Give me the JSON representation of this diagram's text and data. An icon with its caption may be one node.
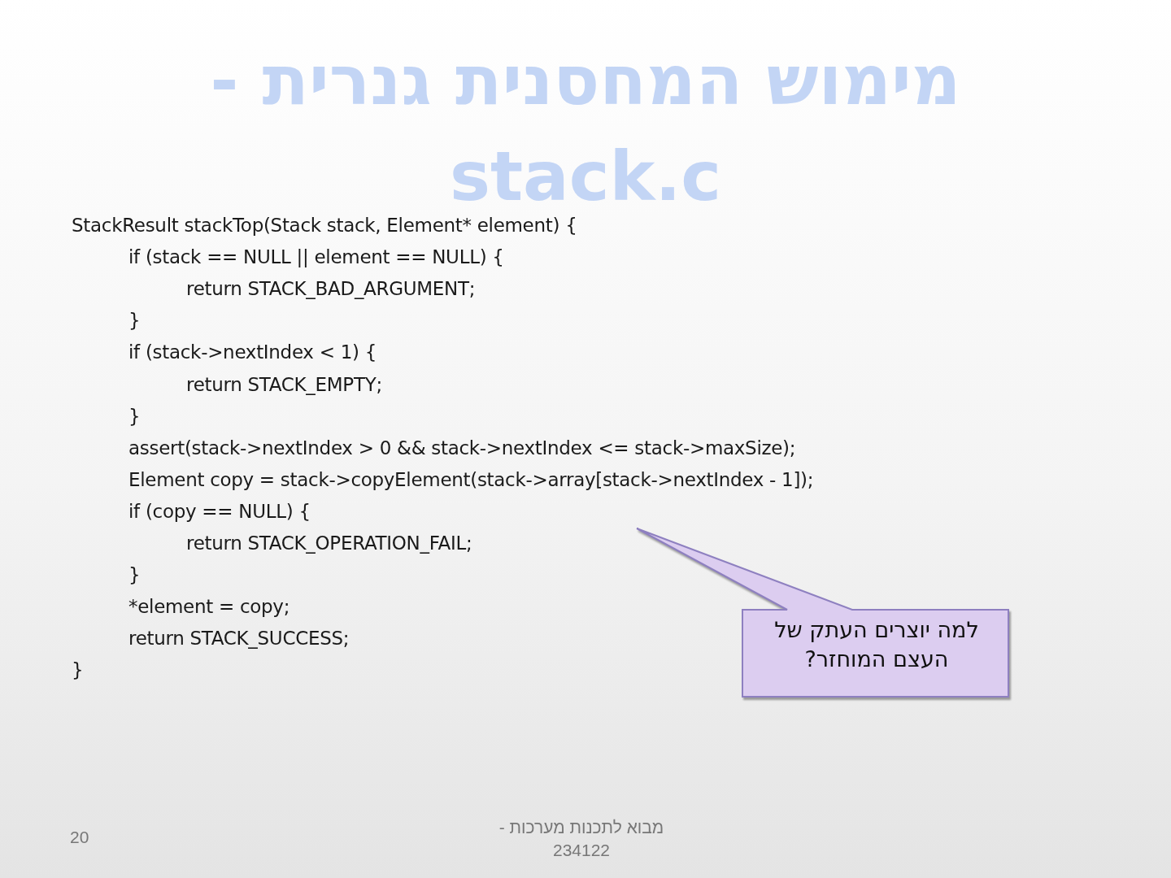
{
  "diagram": {
    "title": "מימוש המחסנית גנרית - stack.c",
    "nodes": [
      {
        "text": [
          "למה יוצרים העתק של העצם המוחזר?"
        ]
      }
    ],
    "labels": [
      "StackResult stackTop(Stack stack, Element* element) {",
      "if (stack == NULL || element == NULL) {",
      "return STACK_BAD_ARGUMENT;",
      "}",
      "if (stack->nextIndex < 1) {",
      "return STACK_EMPTY;",
      "}",
      "assert(stack->nextIndex > 0 && stack->nextIndex <= stack->maxSize);",
      "Element copy = stack->copyElement(stack->array[stack->nextIndex - 1]);",
      "if (copy == NULL) {",
      "return STACK_OPERATION_FAIL;",
      "}",
      "*element = copy;",
      "return STACK_SUCCESS;",
      "}",
      "20",
      "מבוא לתכנות מערכות - 234122"
    ]
  }
}
